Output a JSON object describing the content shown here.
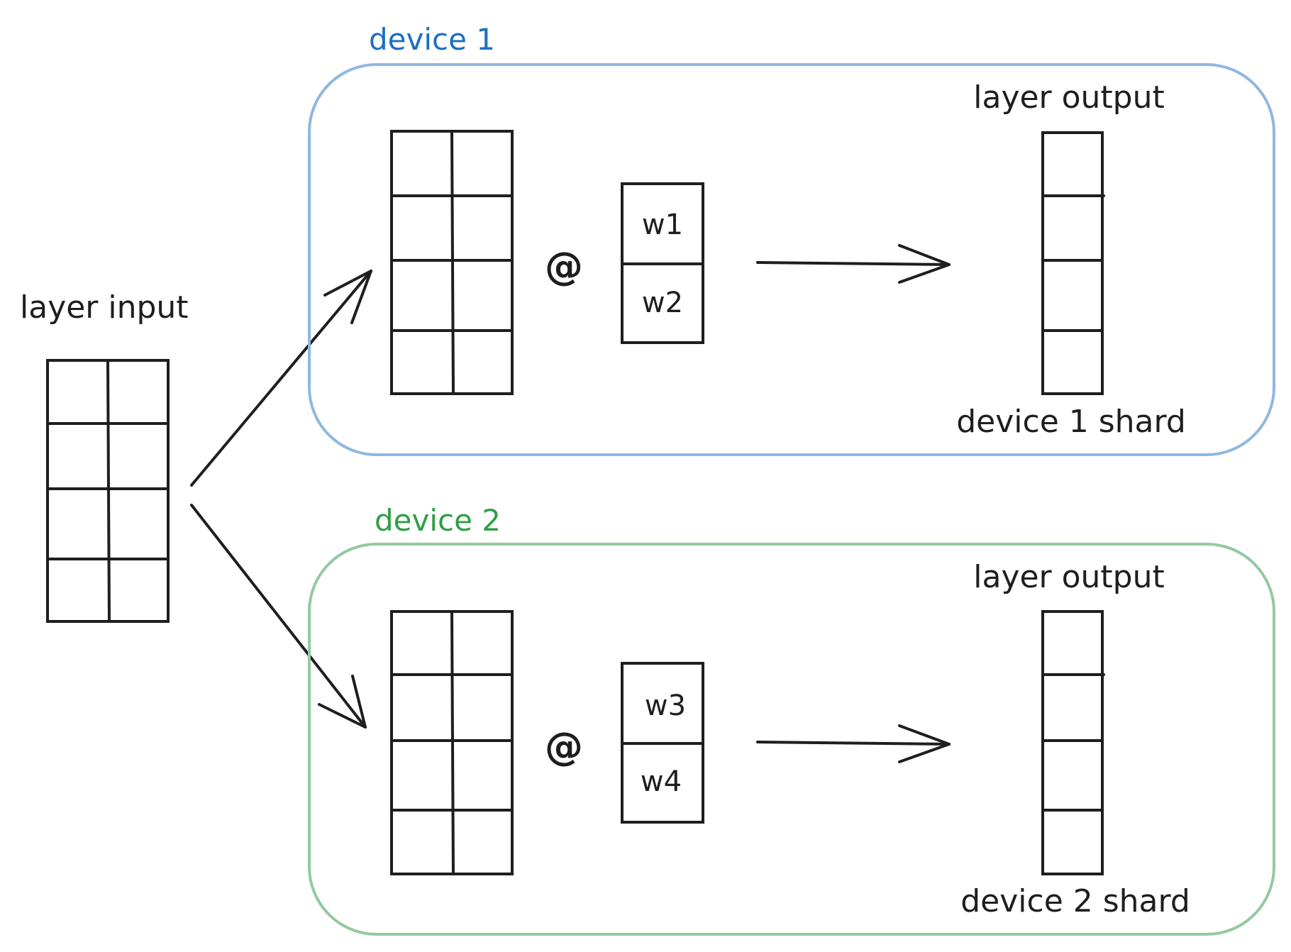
{
  "input": {
    "label": "layer input"
  },
  "devices": [
    {
      "name": "device 1",
      "color": "#1c6fc2",
      "frame_color": "#8fb8e0",
      "operator": "@",
      "weights": [
        "w1",
        "w2"
      ],
      "output_label": "layer output",
      "shard_label": "device 1 shard"
    },
    {
      "name": "device 2",
      "color": "#2f9e44",
      "frame_color": "#94c9a0",
      "operator": "@",
      "weights": [
        "w3",
        "w4"
      ],
      "output_label": "layer output",
      "shard_label": "device 2 shard"
    }
  ]
}
